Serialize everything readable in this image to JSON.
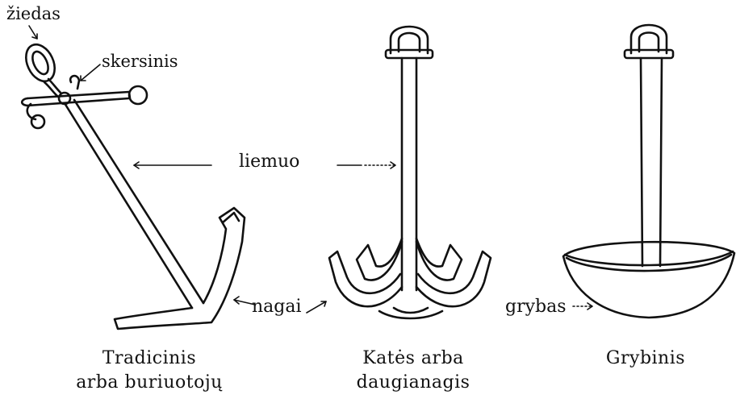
{
  "labels": {
    "ring": "žiedas",
    "stock": "skersinis",
    "shank": "liemuo",
    "flukes": "nagai",
    "mushroom_bowl": "grybas"
  },
  "captions": {
    "traditional": [
      "Tradicinis",
      "arba buriuotojų"
    ],
    "grapnel": [
      "Katės arba",
      "daugianagis"
    ],
    "mushroom": [
      "Grybinis"
    ]
  }
}
